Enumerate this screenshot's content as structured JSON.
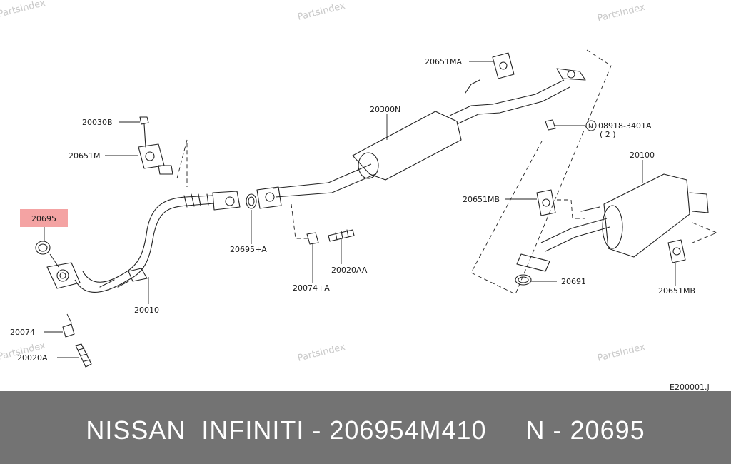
{
  "diagram": {
    "watermark": "PartsIndex",
    "highlight_color": "#f4a3a3",
    "labels": {
      "p20651MA": "20651MA",
      "p20300N": "20300N",
      "p20030B": "20030B",
      "p20651M": "20651M",
      "p20695": "20695",
      "p20695A": "20695+A",
      "p20074A": "20074+A",
      "p20020AA": "20020AA",
      "p20010": "20010",
      "p20074": "20074",
      "p20020A": "20020A",
      "p08918": "08918-3401A",
      "p08918_qty": "( 2 )",
      "p08918_prefix": "N",
      "p20100": "20100",
      "p20651MB_a": "20651MB",
      "p20651MB_b": "20651MB",
      "p20691": "20691"
    },
    "diagram_code": "E200001.J"
  },
  "footer": {
    "text": "NISSAN  INFINITI - 206954M410     N - 20695"
  }
}
